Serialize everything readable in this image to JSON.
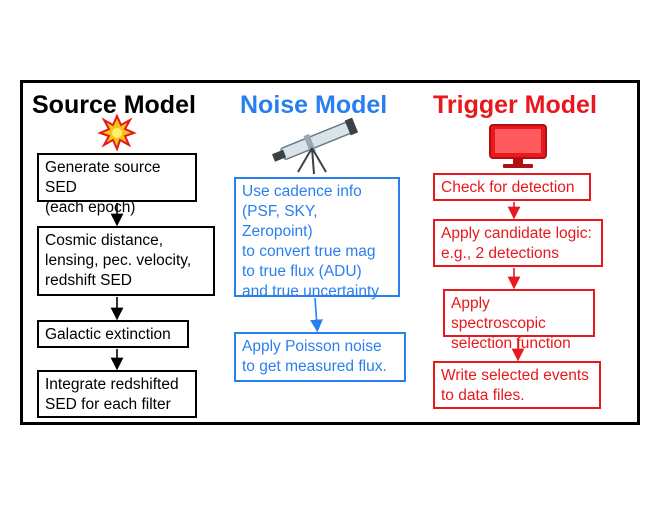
{
  "colors": {
    "source": "#000000",
    "noise": "#2a7ff0",
    "trigger": "#e8181c"
  },
  "columns": [
    {
      "title": "Source Model",
      "icon": "explosion-icon",
      "steps": [
        "Generate source SED\n(each epoch)",
        "Cosmic distance,\nlensing, pec. velocity,\nredshift SED",
        "Galactic extinction",
        "Integrate redshifted\nSED for each filter"
      ]
    },
    {
      "title": "Noise Model",
      "icon": "telescope-icon",
      "steps": [
        "Use cadence info\n(PSF, SKY, Zeropoint)\nto convert true mag\nto true flux (ADU)\nand true uncertainty",
        "Apply Poisson noise\nto get measured flux."
      ]
    },
    {
      "title": "Trigger Model",
      "icon": "monitor-icon",
      "steps": [
        "Check for detection",
        "Apply candidate logic:\ne.g., 2 detections",
        "Apply spectroscopic\nselection function",
        "Write selected events\nto data files."
      ]
    }
  ]
}
